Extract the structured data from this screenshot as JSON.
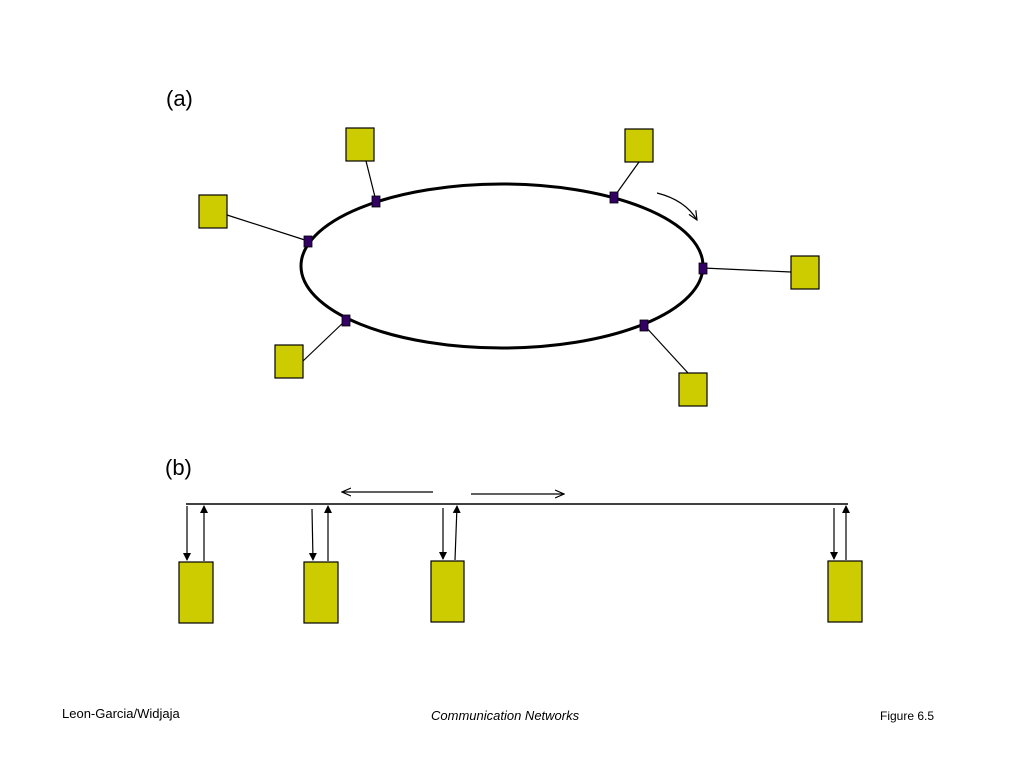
{
  "figure": {
    "part_a_label": "(a)",
    "part_b_label": "(b)"
  },
  "colors": {
    "station_fill": "#CCCC00",
    "tap_fill": "#330066",
    "line": "#000000"
  },
  "footer": {
    "left": "Leon-Garcia/Widjaja",
    "center": "Communication Networks",
    "right": "Figure 6.5"
  }
}
